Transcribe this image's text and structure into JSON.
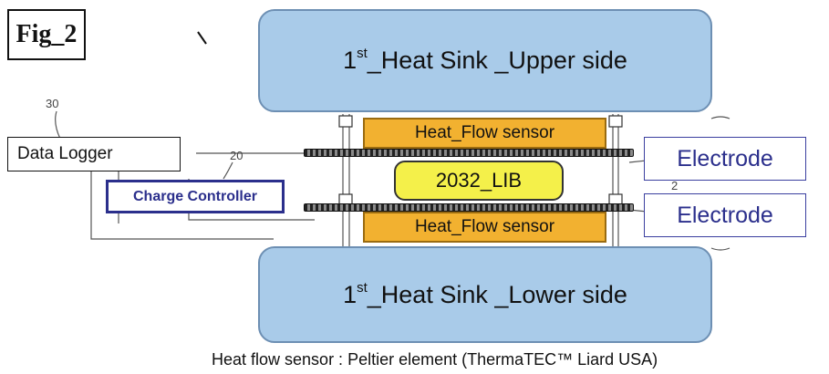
{
  "figure_label": "Fig_2",
  "upper_sink": {
    "sup": "st",
    "pre": "1",
    "post": "_Heat Sink _Upper side"
  },
  "lower_sink": {
    "sup": "st",
    "pre": "1",
    "post": "_Heat Sink _Lower side"
  },
  "upper_sensor": "Heat_Flow sensor",
  "lower_sensor": "Heat_Flow sensor",
  "battery": "2032_LIB",
  "electrode_top": "Electrode",
  "electrode_bottom": "Electrode",
  "data_logger": "Data Logger",
  "charge_controller": "Charge Controller",
  "refs": {
    "logger": "30",
    "controller": "20",
    "battery": "2"
  },
  "caption": "Heat flow sensor : Peltier element (ThermaTEC™  Liard USA)",
  "colors": {
    "heat_sink": "#a9cbe9",
    "sensor": "#f2b130",
    "battery": "#f4f04a",
    "electrode_text": "#2b2f8c"
  }
}
